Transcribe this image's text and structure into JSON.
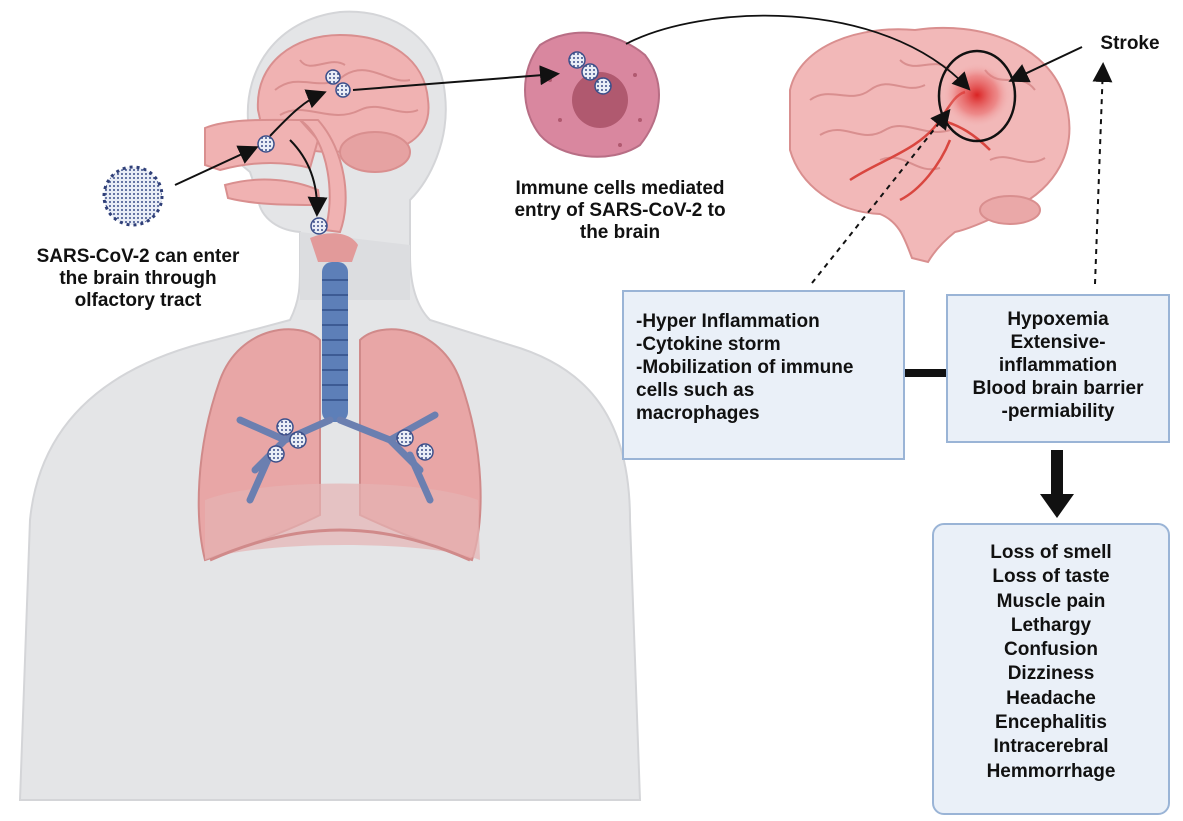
{
  "labels": {
    "olfactory": [
      "SARS-CoV-2 can enter",
      "the brain through",
      "olfactory tract"
    ],
    "immune_entry": [
      "Immune cells mediated",
      "entry of SARS-CoV-2 to",
      "the brain"
    ],
    "stroke": "Stroke"
  },
  "boxes": {
    "inflammation": [
      "-Hyper Inflammation",
      "-Cytokine storm",
      "-Mobilization of immune",
      "cells such as",
      "macrophages"
    ],
    "hypoxemia": [
      "Hypoxemia",
      "Extensive-",
      "inflammation",
      "Blood brain barrier",
      "-permiability"
    ],
    "symptoms": [
      "Loss of smell",
      "Loss of taste",
      "Muscle pain",
      "Lethargy",
      "Confusion",
      "Dizziness",
      "Headache",
      "Encephalitis",
      "Intracerebral",
      "Hemmorrhage"
    ]
  },
  "colors": {
    "skin": "#e4e5e7",
    "brain": "#f2b8b8",
    "lung": "#e8a6a6",
    "airway": "#5d7fb8",
    "box_fill": "#eaf0f8",
    "box_border": "#9ab4d6",
    "stroke_center": "#d91b1b"
  }
}
